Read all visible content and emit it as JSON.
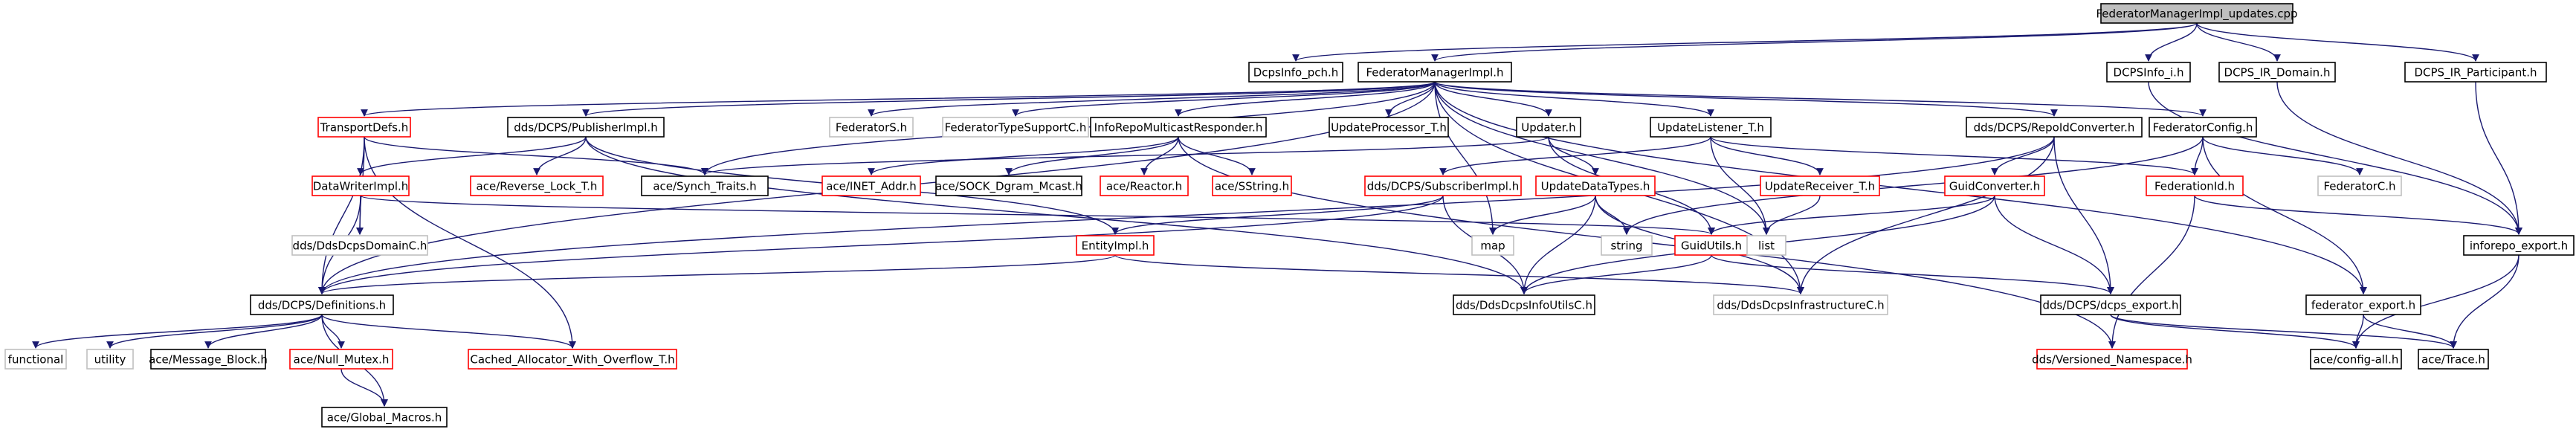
{
  "colors": {
    "root_fill": "#bfbfbf",
    "documented_border": "#000000",
    "undocumented_border": "#ff0000",
    "external_border": "#bfbfbf",
    "edge": "#191970",
    "text": "#000000"
  },
  "nodes": [
    {
      "id": "root",
      "label": "FederatorManagerImpl_updates.cpp",
      "kind": "root"
    },
    {
      "id": "dcpsinfo_pch",
      "label": "DcpsInfo_pch.h",
      "kind": "doc"
    },
    {
      "id": "fmi",
      "label": "FederatorManagerImpl.h",
      "kind": "doc"
    },
    {
      "id": "dcpsinfo_i",
      "label": "DCPSInfo_i.h",
      "kind": "doc"
    },
    {
      "id": "ir_domain",
      "label": "DCPS_IR_Domain.h",
      "kind": "doc"
    },
    {
      "id": "ir_participant",
      "label": "DCPS_IR_Participant.h",
      "kind": "doc"
    },
    {
      "id": "transportdefs",
      "label": "TransportDefs.h",
      "kind": "red"
    },
    {
      "id": "publisherimpl",
      "label": "dds/DCPS/PublisherImpl.h",
      "kind": "doc"
    },
    {
      "id": "federators",
      "label": "FederatorS.h",
      "kind": "ext"
    },
    {
      "id": "federatortypesupportc",
      "label": "FederatorTypeSupportC.h",
      "kind": "ext"
    },
    {
      "id": "inforepomcast",
      "label": "InfoRepoMulticastResponder.h",
      "kind": "doc"
    },
    {
      "id": "updateprocessor",
      "label": "UpdateProcessor_T.h",
      "kind": "doc"
    },
    {
      "id": "updater",
      "label": "Updater.h",
      "kind": "doc"
    },
    {
      "id": "updatelistener",
      "label": "UpdateListener_T.h",
      "kind": "doc"
    },
    {
      "id": "repoidconverter",
      "label": "dds/DCPS/RepoIdConverter.h",
      "kind": "doc"
    },
    {
      "id": "federatorconfig",
      "label": "FederatorConfig.h",
      "kind": "doc"
    },
    {
      "id": "datawriterimpl",
      "label": "DataWriterImpl.h",
      "kind": "red"
    },
    {
      "id": "reverse_lock",
      "label": "ace/Reverse_Lock_T.h",
      "kind": "red"
    },
    {
      "id": "synch_traits",
      "label": "ace/Synch_Traits.h",
      "kind": "doc"
    },
    {
      "id": "inet_addr",
      "label": "ace/INET_Addr.h",
      "kind": "red"
    },
    {
      "id": "sock_dgram",
      "label": "ace/SOCK_Dgram_Mcast.h",
      "kind": "doc"
    },
    {
      "id": "reactor",
      "label": "ace/Reactor.h",
      "kind": "red"
    },
    {
      "id": "sstring",
      "label": "ace/SString.h",
      "kind": "red"
    },
    {
      "id": "subscriberimpl",
      "label": "dds/DCPS/SubscriberImpl.h",
      "kind": "red"
    },
    {
      "id": "updatedatatypes",
      "label": "UpdateDataTypes.h",
      "kind": "red"
    },
    {
      "id": "updatereceiver",
      "label": "UpdateReceiver_T.h",
      "kind": "red"
    },
    {
      "id": "guidconverter",
      "label": "GuidConverter.h",
      "kind": "red"
    },
    {
      "id": "federationid",
      "label": "FederationId.h",
      "kind": "red"
    },
    {
      "id": "federatorc",
      "label": "FederatorC.h",
      "kind": "ext"
    },
    {
      "id": "ddsdcpsdomainc",
      "label": "dds/DdsDcpsDomainC.h",
      "kind": "ext"
    },
    {
      "id": "entityimpl",
      "label": "EntityImpl.h",
      "kind": "red"
    },
    {
      "id": "map",
      "label": "map",
      "kind": "ext"
    },
    {
      "id": "string",
      "label": "string",
      "kind": "ext"
    },
    {
      "id": "guidutils",
      "label": "GuidUtils.h",
      "kind": "red"
    },
    {
      "id": "list",
      "label": "list",
      "kind": "ext"
    },
    {
      "id": "inforepo_export",
      "label": "inforepo_export.h",
      "kind": "doc"
    },
    {
      "id": "definitions",
      "label": "dds/DCPS/Definitions.h",
      "kind": "doc"
    },
    {
      "id": "ddsdcpsinfoutilsc",
      "label": "dds/DdsDcpsInfoUtilsC.h",
      "kind": "doc"
    },
    {
      "id": "ddsdcpsinfrastructurec",
      "label": "dds/DdsDcpsInfrastructureC.h",
      "kind": "ext"
    },
    {
      "id": "dcps_export",
      "label": "dds/DCPS/dcps_export.h",
      "kind": "doc"
    },
    {
      "id": "federator_export",
      "label": "federator_export.h",
      "kind": "doc"
    },
    {
      "id": "functional",
      "label": "functional",
      "kind": "ext"
    },
    {
      "id": "utility",
      "label": "utility",
      "kind": "ext"
    },
    {
      "id": "message_block",
      "label": "ace/Message_Block.h",
      "kind": "doc"
    },
    {
      "id": "null_mutex",
      "label": "ace/Null_Mutex.h",
      "kind": "red"
    },
    {
      "id": "cached_alloc",
      "label": "Cached_Allocator_With_Overflow_T.h",
      "kind": "red"
    },
    {
      "id": "versioned_ns",
      "label": "dds/Versioned_Namespace.h",
      "kind": "red"
    },
    {
      "id": "config_all",
      "label": "ace/config-all.h",
      "kind": "doc"
    },
    {
      "id": "ace_trace",
      "label": "ace/Trace.h",
      "kind": "doc"
    },
    {
      "id": "global_macros",
      "label": "ace/Global_Macros.h",
      "kind": "doc"
    }
  ],
  "edges": [
    [
      "root",
      "dcpsinfo_pch"
    ],
    [
      "root",
      "fmi"
    ],
    [
      "root",
      "dcpsinfo_i"
    ],
    [
      "root",
      "ir_domain"
    ],
    [
      "root",
      "ir_participant"
    ],
    [
      "fmi",
      "transportdefs"
    ],
    [
      "fmi",
      "publisherimpl"
    ],
    [
      "fmi",
      "federators"
    ],
    [
      "fmi",
      "federatortypesupportc"
    ],
    [
      "fmi",
      "inforepomcast"
    ],
    [
      "fmi",
      "updateprocessor"
    ],
    [
      "fmi",
      "updater"
    ],
    [
      "fmi",
      "updatelistener"
    ],
    [
      "fmi",
      "repoidconverter"
    ],
    [
      "fmi",
      "federatorconfig"
    ],
    [
      "fmi",
      "federator_export"
    ],
    [
      "fmi",
      "map"
    ],
    [
      "fmi",
      "definitions"
    ],
    [
      "fmi",
      "synch_traits"
    ],
    [
      "fmi",
      "ddsdcpsinfrastructurec"
    ],
    [
      "fmi",
      "list"
    ],
    [
      "dcpsinfo_i",
      "inforepo_export"
    ],
    [
      "ir_domain",
      "inforepo_export"
    ],
    [
      "ir_participant",
      "inforepo_export"
    ],
    [
      "transportdefs",
      "synch_traits"
    ],
    [
      "transportdefs",
      "definitions"
    ],
    [
      "transportdefs",
      "ddsdcpsdomainc"
    ],
    [
      "transportdefs",
      "cached_alloc"
    ],
    [
      "publisherimpl",
      "datawriterimpl"
    ],
    [
      "publisherimpl",
      "reverse_lock"
    ],
    [
      "publisherimpl",
      "entityimpl"
    ],
    [
      "publisherimpl",
      "ddsdcpsinfoutilsc"
    ],
    [
      "inforepomcast",
      "inet_addr"
    ],
    [
      "inforepomcast",
      "sock_dgram"
    ],
    [
      "inforepomcast",
      "reactor"
    ],
    [
      "inforepomcast",
      "sstring"
    ],
    [
      "inforepomcast",
      "versioned_ns"
    ],
    [
      "updater",
      "updatedatatypes"
    ],
    [
      "updater",
      "guidutils"
    ],
    [
      "updater",
      "synch_traits"
    ],
    [
      "updatelistener",
      "subscriberimpl"
    ],
    [
      "updatelistener",
      "updatereceiver"
    ],
    [
      "updatelistener",
      "list"
    ],
    [
      "updatelistener",
      "federationid"
    ],
    [
      "repoidconverter",
      "guidconverter"
    ],
    [
      "repoidconverter",
      "dcps_export"
    ],
    [
      "repoidconverter",
      "definitions"
    ],
    [
      "repoidconverter",
      "ddsdcpsinfrastructurec"
    ],
    [
      "federatorconfig",
      "federationid"
    ],
    [
      "federatorconfig",
      "federatorc"
    ],
    [
      "federatorconfig",
      "federator_export"
    ],
    [
      "federatorconfig",
      "string"
    ],
    [
      "datawriterimpl",
      "ddsdcpsdomainc"
    ],
    [
      "datawriterimpl",
      "definitions"
    ],
    [
      "datawriterimpl",
      "guidutils"
    ],
    [
      "subscriberimpl",
      "entityimpl"
    ],
    [
      "subscriberimpl",
      "definitions"
    ],
    [
      "subscriberimpl",
      "ddsdcpsinfoutilsc"
    ],
    [
      "updatedatatypes",
      "map"
    ],
    [
      "updatedatatypes",
      "string"
    ],
    [
      "updatedatatypes",
      "ddsdcpsinfoutilsc"
    ],
    [
      "updatedatatypes",
      "ddsdcpsinfrastructurec"
    ],
    [
      "updatereceiver",
      "list"
    ],
    [
      "guidconverter",
      "guidutils"
    ],
    [
      "guidconverter",
      "dcps_export"
    ],
    [
      "guidconverter",
      "ddsdcpsinfoutilsc"
    ],
    [
      "federationid",
      "inforepo_export"
    ],
    [
      "federationid",
      "versioned_ns"
    ],
    [
      "entityimpl",
      "definitions"
    ],
    [
      "entityimpl",
      "ddsdcpsinfrastructurec"
    ],
    [
      "guidutils",
      "ddsdcpsinfoutilsc"
    ],
    [
      "guidutils",
      "dcps_export"
    ],
    [
      "inforepo_export",
      "config_all"
    ],
    [
      "inforepo_export",
      "ace_trace"
    ],
    [
      "definitions",
      "functional"
    ],
    [
      "definitions",
      "utility"
    ],
    [
      "definitions",
      "message_block"
    ],
    [
      "definitions",
      "null_mutex"
    ],
    [
      "definitions",
      "cached_alloc"
    ],
    [
      "definitions",
      "global_macros"
    ],
    [
      "null_mutex",
      "global_macros"
    ],
    [
      "dcps_export",
      "config_all"
    ],
    [
      "dcps_export",
      "ace_trace"
    ],
    [
      "federator_export",
      "config_all"
    ],
    [
      "federator_export",
      "ace_trace"
    ]
  ]
}
